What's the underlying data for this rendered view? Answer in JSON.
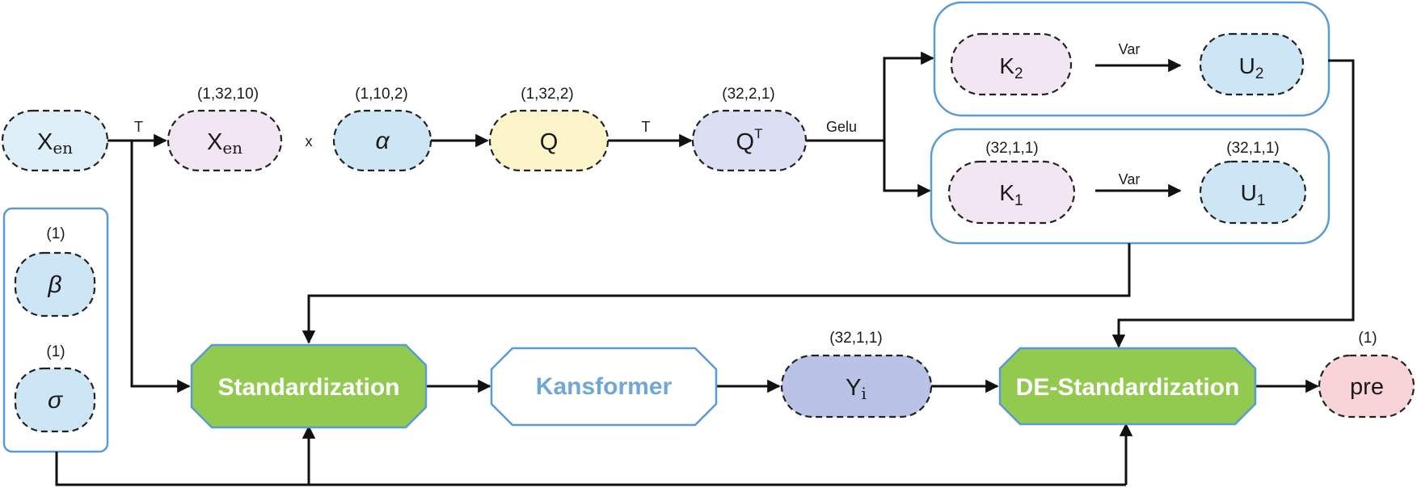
{
  "nodes": {
    "x_en_input": {
      "main": "X",
      "sub": "en"
    },
    "x_en_t": {
      "main": "X",
      "sub": "en",
      "dim": "(1,32,10)"
    },
    "alpha": {
      "main": "α",
      "dim": "(1,10,2)"
    },
    "q": {
      "main": "Q",
      "dim": "(1,32,2)"
    },
    "q_t": {
      "main": "Q",
      "sup": "T",
      "dim": "(32,2,1)"
    },
    "k2": {
      "main": "K",
      "sub": "2"
    },
    "u2": {
      "main": "U",
      "sub": "2"
    },
    "k1": {
      "main": "K",
      "sub": "1",
      "dim": "(32,1,1)"
    },
    "u1": {
      "main": "U",
      "sub": "1",
      "dim": "(32,1,1)"
    },
    "beta": {
      "main": "β",
      "dim": "(1)"
    },
    "sigma": {
      "main": "σ",
      "dim": "(1)"
    },
    "standardization": {
      "label": "Standardization"
    },
    "kansformer": {
      "label": "Kansformer"
    },
    "y_i": {
      "main": "Y",
      "sub": "i",
      "dim": "(32,1,1)"
    },
    "de_standardization": {
      "label": "DE-Standardization"
    },
    "pre": {
      "main": "pre",
      "dim": "(1)"
    }
  },
  "edge_labels": {
    "transpose_1": "T",
    "multiply": "x",
    "transpose_2": "T",
    "gelu": "Gelu",
    "var_top": "Var",
    "var_bottom": "Var"
  },
  "colors": {
    "light_cyan": "#deeff8",
    "pink": "#f1e6f2",
    "blue": "#cde6f5",
    "yellow": "#fbf5c9",
    "lavender": "#dcdff3",
    "green": "#92c94f",
    "y_purple": "#b9c3e6",
    "pre_pink": "#f8d4d8",
    "group_border": "#5b9bd5",
    "kansformer_text": "#6fa8d8"
  }
}
